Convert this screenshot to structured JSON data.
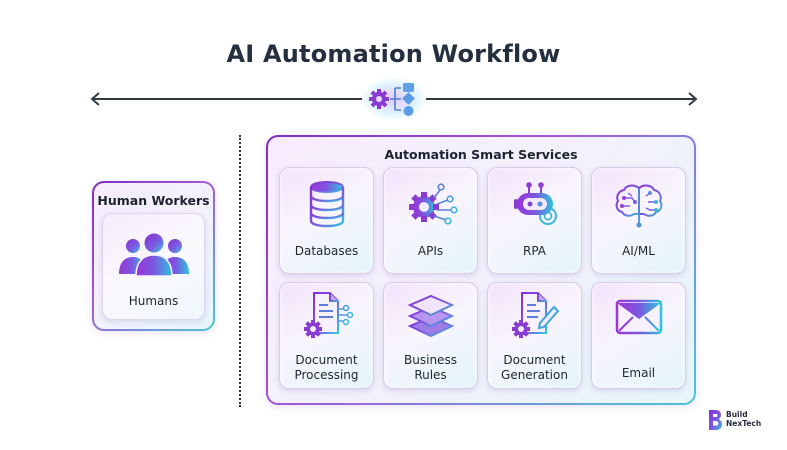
{
  "title": "AI Automation Workflow",
  "header": {
    "arrow": "bidirectional",
    "center_icon": "workflow-gear-icon"
  },
  "human_workers": {
    "title": "Human Workers",
    "card": {
      "label": "Humans",
      "icon": "people-group-icon"
    }
  },
  "automation_services": {
    "title": "Automation Smart Services",
    "cards": [
      {
        "label": "Databases",
        "icon": "database-icon"
      },
      {
        "label": "APIs",
        "icon": "api-gear-icon"
      },
      {
        "label": "RPA",
        "icon": "robot-icon"
      },
      {
        "label": "AI/ML",
        "icon": "brain-circuit-icon"
      },
      {
        "label_line1": "Document",
        "label_line2": "Processing",
        "icon": "document-gear-icon"
      },
      {
        "label_line1": "Business",
        "label_line2": "Rules",
        "icon": "layers-icon"
      },
      {
        "label_line1": "Document",
        "label_line2": "Generation",
        "icon": "document-pencil-icon"
      },
      {
        "label": "Email",
        "icon": "envelope-icon"
      }
    ]
  },
  "logo": {
    "line1": "Build",
    "line2": "NexTech"
  },
  "colors": {
    "purple": "#7b2fbe",
    "violet": "#9a4fd9",
    "cyan": "#3fc2da",
    "title": "#24303f"
  }
}
